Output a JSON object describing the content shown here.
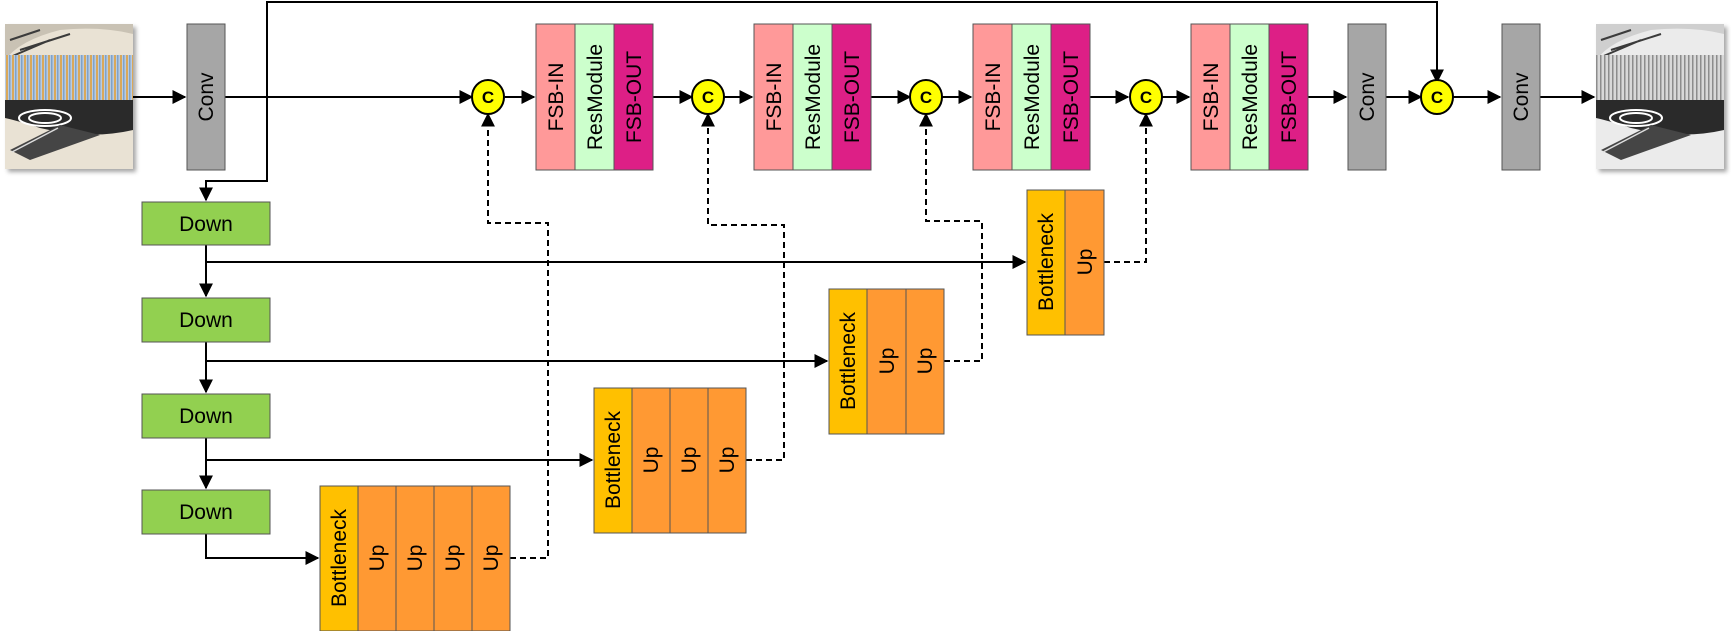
{
  "labels": {
    "conv": "Conv",
    "down": "Down",
    "fsb_in": "FSB-IN",
    "res_module": "ResModule",
    "fsb_out": "FSB-OUT",
    "concat": "C",
    "bottleneck": "Bottleneck",
    "up": "Up"
  },
  "colors": {
    "conv": "#a6a6a6",
    "down": "#92d050",
    "fsb_in": "#ff9999",
    "res_module": "#ccffcc",
    "fsb_out": "#dd1f86",
    "concat": "#ffff00",
    "bottleneck": "#ffc000",
    "up": "#ff9933",
    "line": "#000000"
  },
  "images": {
    "input": "input-image-colored-scanlines",
    "output": "output-image-restored"
  }
}
